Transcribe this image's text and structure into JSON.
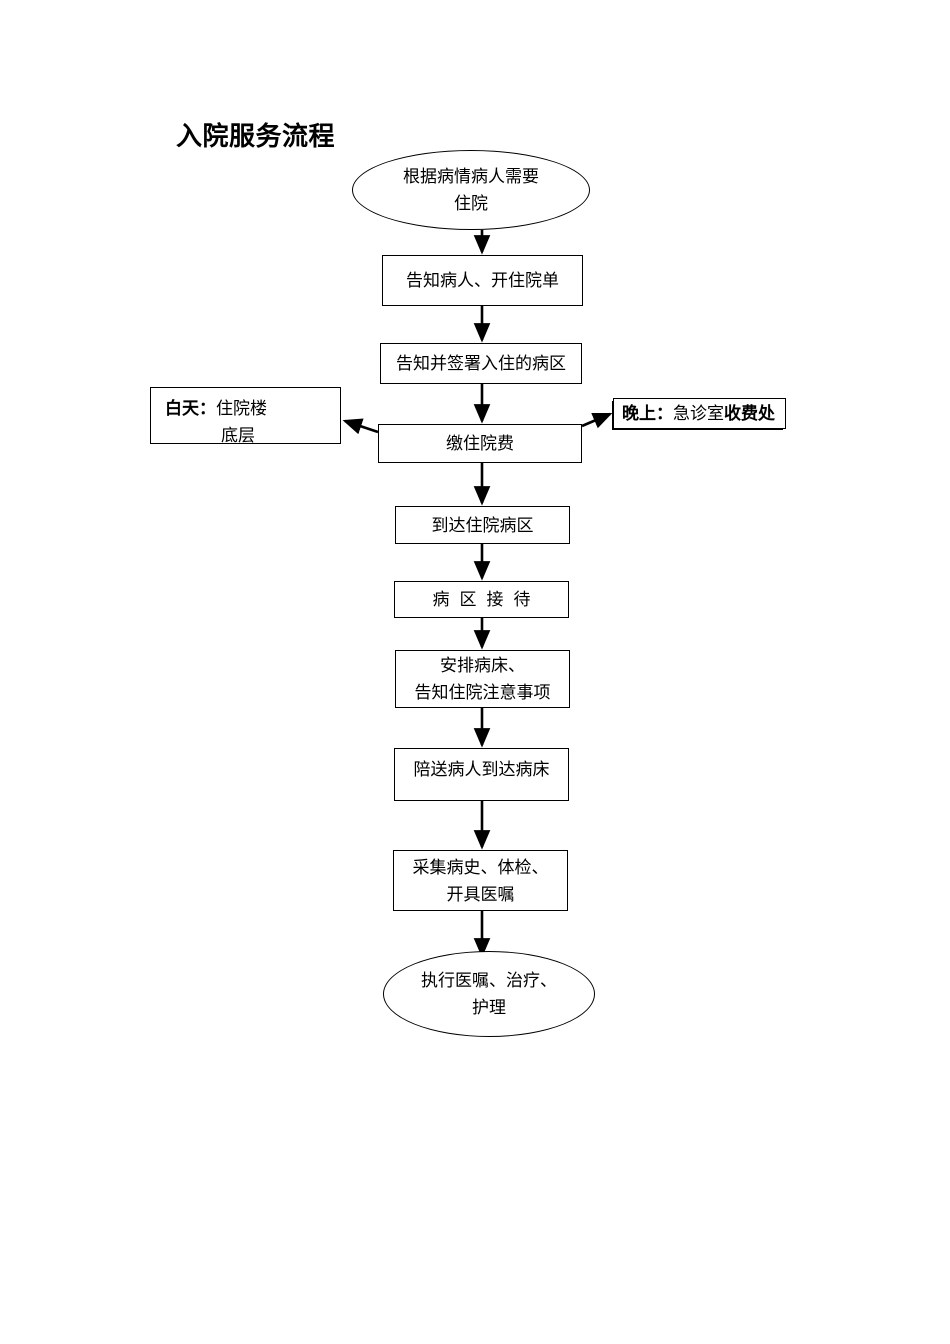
{
  "document": {
    "title": "入院服务流程",
    "background_color": "#ffffff",
    "line_color": "#000000"
  },
  "flowchart": {
    "type": "flowchart",
    "nodes": [
      {
        "id": "start",
        "shape": "ellipse",
        "lines": [
          "根据病情病人需要",
          "住院"
        ]
      },
      {
        "id": "notify",
        "shape": "rect",
        "lines": [
          "告知病人、开住院单"
        ]
      },
      {
        "id": "sign",
        "shape": "rect",
        "lines": [
          "告知并签署入住的病区"
        ]
      },
      {
        "id": "daytime",
        "shape": "rect",
        "lines": [
          "白天：住院楼",
          "底层"
        ],
        "bold_prefix": "白天：",
        "rest_line1": "住院楼"
      },
      {
        "id": "pay",
        "shape": "rect",
        "lines": [
          "缴住院费"
        ]
      },
      {
        "id": "night",
        "shape": "rect",
        "bold_prefix": "晚上：",
        "middle": "急诊室",
        "bold_suffix": "收费处"
      },
      {
        "id": "arrive",
        "shape": "rect",
        "lines": [
          "到达住院病区"
        ]
      },
      {
        "id": "reception",
        "shape": "rect",
        "lines": [
          "病区接待"
        ]
      },
      {
        "id": "arrange",
        "shape": "rect",
        "lines": [
          "安排病床、",
          "告知住院注意事项"
        ]
      },
      {
        "id": "escort",
        "shape": "rect",
        "lines": [
          "陪送病人到达病床"
        ]
      },
      {
        "id": "collect",
        "shape": "rect",
        "lines": [
          "采集病史、体检、",
          "开具医嘱"
        ]
      },
      {
        "id": "execute",
        "shape": "ellipse",
        "lines": [
          "执行医嘱、治疗、",
          "护理"
        ]
      }
    ],
    "edges": [
      {
        "from": "start",
        "to": "notify",
        "style": "arrow-down"
      },
      {
        "from": "notify",
        "to": "sign",
        "style": "arrow-down"
      },
      {
        "from": "sign",
        "to": "pay",
        "style": "arrow-down"
      },
      {
        "from": "pay",
        "to": "daytime",
        "style": "arrow-diagonal-left"
      },
      {
        "from": "pay",
        "to": "night",
        "style": "arrow-diagonal-right"
      },
      {
        "from": "pay",
        "to": "arrive",
        "style": "arrow-down"
      },
      {
        "from": "arrive",
        "to": "reception",
        "style": "arrow-down"
      },
      {
        "from": "reception",
        "to": "arrange",
        "style": "arrow-down"
      },
      {
        "from": "arrange",
        "to": "escort",
        "style": "arrow-down"
      },
      {
        "from": "escort",
        "to": "collect",
        "style": "arrow-down"
      },
      {
        "from": "collect",
        "to": "execute",
        "style": "arrow-down"
      }
    ]
  },
  "text": {
    "start_l1": "根据病情病人需要",
    "start_l2": "住院",
    "notify": "告知病人、开住院单",
    "sign": "告知并签署入住的病区",
    "daytime_label": "白天：",
    "daytime_l1": "住院楼",
    "daytime_l2": "底层",
    "pay": "缴住院费",
    "night_label": "晚上：",
    "night_mid": "急诊室",
    "night_bold": "收费处",
    "arrive": "到达住院病区",
    "reception": "病区接待",
    "arrange_l1": "安排病床、",
    "arrange_l2": "告知住院注意事项",
    "escort": "陪送病人到达病床",
    "collect_l1": "采集病史、体检、",
    "collect_l2": "开具医嘱",
    "execute_l1": "执行医嘱、治疗、",
    "execute_l2": "护理"
  }
}
